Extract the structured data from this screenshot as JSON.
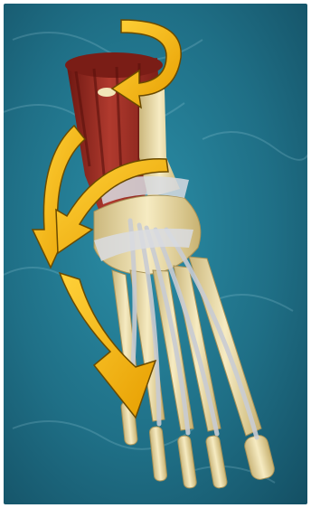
{
  "image": {
    "subject": "foot-anatomy-illustration",
    "background_color": "#1f6f86",
    "muscle_color": "#9c2a24",
    "bone_color": "#efe2b0",
    "tendon_color": "#c9ccd3",
    "arrow_color": "#f2b500",
    "arrow_outline": "#6a4a00",
    "arrows": [
      {
        "name": "top-curved-arrow"
      },
      {
        "name": "left-curved-arrow"
      },
      {
        "name": "middle-curved-arrow"
      },
      {
        "name": "large-down-arrow"
      }
    ]
  }
}
